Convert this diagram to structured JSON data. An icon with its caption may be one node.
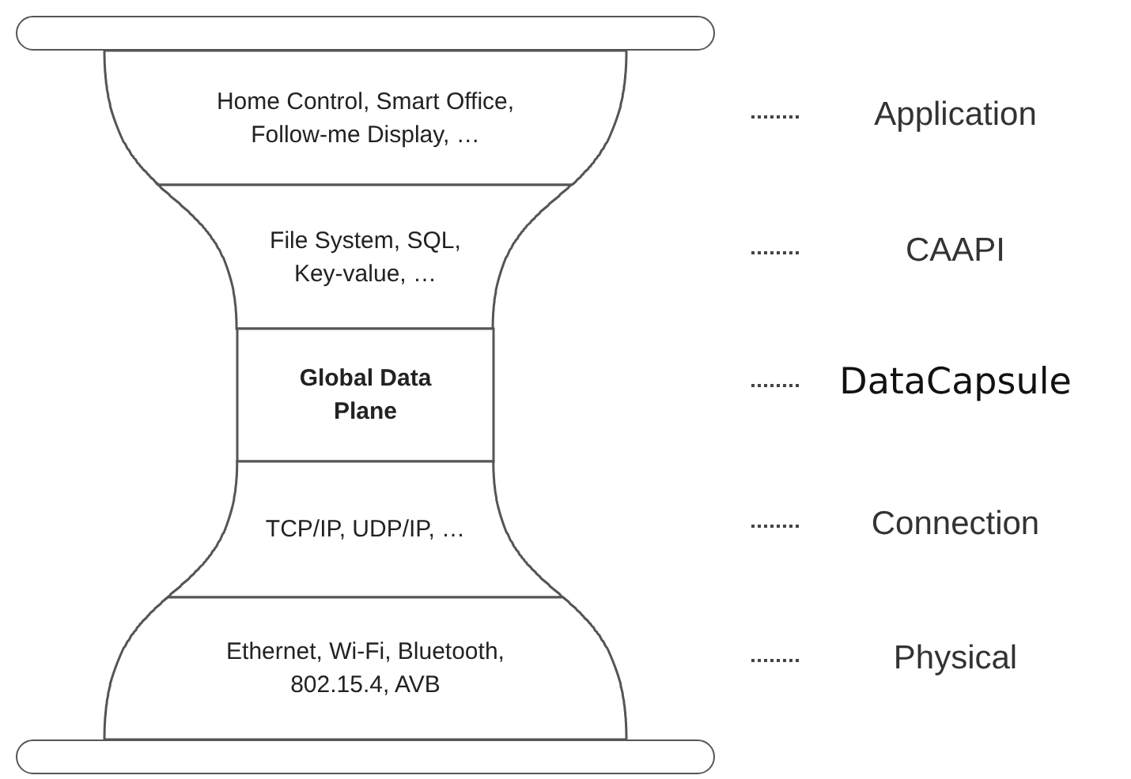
{
  "diagram": {
    "nodes": [
      {
        "text": [],
        "shape": "bar"
      },
      {
        "text": [
          "Home Control, Smart Office, Follow-me Display, …"
        ]
      },
      {
        "text": [
          "File System, SQL, Key-value, …"
        ]
      },
      {
        "text": [
          "Global Data Plane"
        ]
      },
      {
        "text": [
          "TCP/IP, UDP/IP, …"
        ]
      },
      {
        "text": [
          "Ethernet, Wi-Fi, Bluetooth, 802.15.4, AVB"
        ]
      },
      {
        "text": [],
        "shape": "bar"
      }
    ],
    "labels": [
      "Application",
      "CAAPI",
      "DataCapsule",
      "Connection",
      "Physical"
    ]
  }
}
